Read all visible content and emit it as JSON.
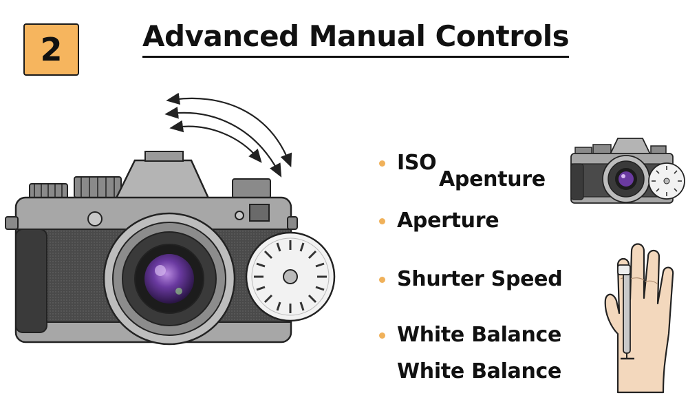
{
  "slide": {
    "number": "2",
    "title": "Advanced Manual Controls"
  },
  "features": [
    {
      "label": "ISO",
      "sublabel": "Apenture"
    },
    {
      "label": "Aperture"
    },
    {
      "label": "Shurter Speed"
    },
    {
      "label": "White Balance",
      "sublabel": "White Balance"
    }
  ],
  "colors": {
    "badge": "#f6b55e",
    "bullet": "#f0b15a",
    "camera_body": "#a7a7a7",
    "lens_glass": "#6a3aa0",
    "hand_skin": "#f3d8bd"
  },
  "illustrations": [
    "camera-icon",
    "mode-dial-icon",
    "rotate-arrows-icon",
    "small-camera-icon",
    "hand-icon"
  ]
}
